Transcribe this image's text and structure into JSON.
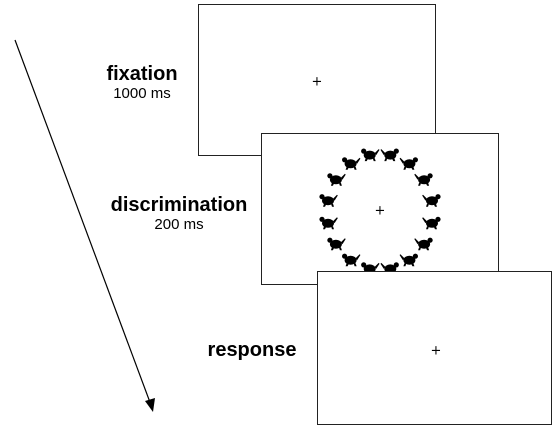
{
  "fixation": {
    "name": "fixation",
    "duration": "1000 ms",
    "cross": "+"
  },
  "discrimination": {
    "name": "discrimination",
    "duration": "200 ms",
    "cross": "+",
    "stimulus_count": 16
  },
  "response": {
    "name": "response",
    "cross": "+"
  },
  "colors": {
    "frame_border": "#222222",
    "stimulus": "#000000"
  }
}
